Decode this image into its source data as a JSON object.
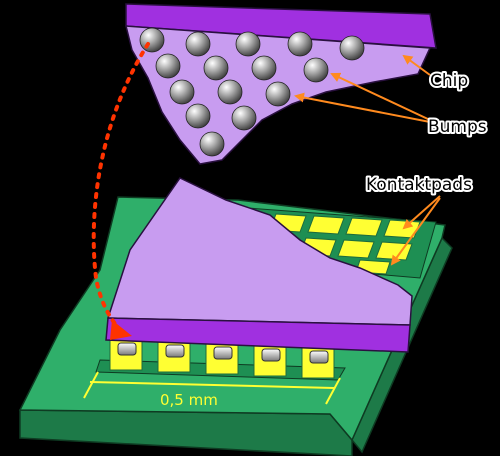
{
  "labels": {
    "chip": "Chip",
    "bumps": "Bumps",
    "pads": "Kontaktpads",
    "dimension": "0,5 mm"
  },
  "colors": {
    "board": "#2faf6a",
    "board_dark": "#1d7a48",
    "chip_face": "#c89cf0",
    "chip_edge": "#a030e0",
    "pad": "#ffff33",
    "pad_grid": "#1e8f53",
    "arrow": "#ff3300",
    "dimension": "#ffff33",
    "bump": "#9a9a9a"
  }
}
